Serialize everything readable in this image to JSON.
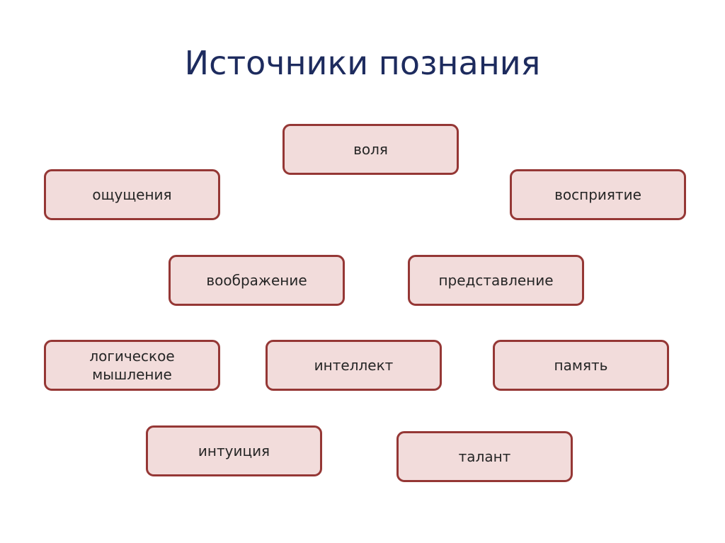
{
  "slide": {
    "title": "Источники познания"
  },
  "nodes": [
    {
      "label": "воля"
    },
    {
      "label": "ощущения"
    },
    {
      "label": "восприятие"
    },
    {
      "label": "воображение"
    },
    {
      "label": "представление"
    },
    {
      "label": "логическое\nмышление"
    },
    {
      "label": "интеллект"
    },
    {
      "label": "память"
    },
    {
      "label": "интуиция"
    },
    {
      "label": "талант"
    }
  ],
  "colors": {
    "title": "#1d2b5e",
    "box_fill": "#f2dcdb",
    "box_border": "#953735",
    "box_text": "#262626"
  }
}
